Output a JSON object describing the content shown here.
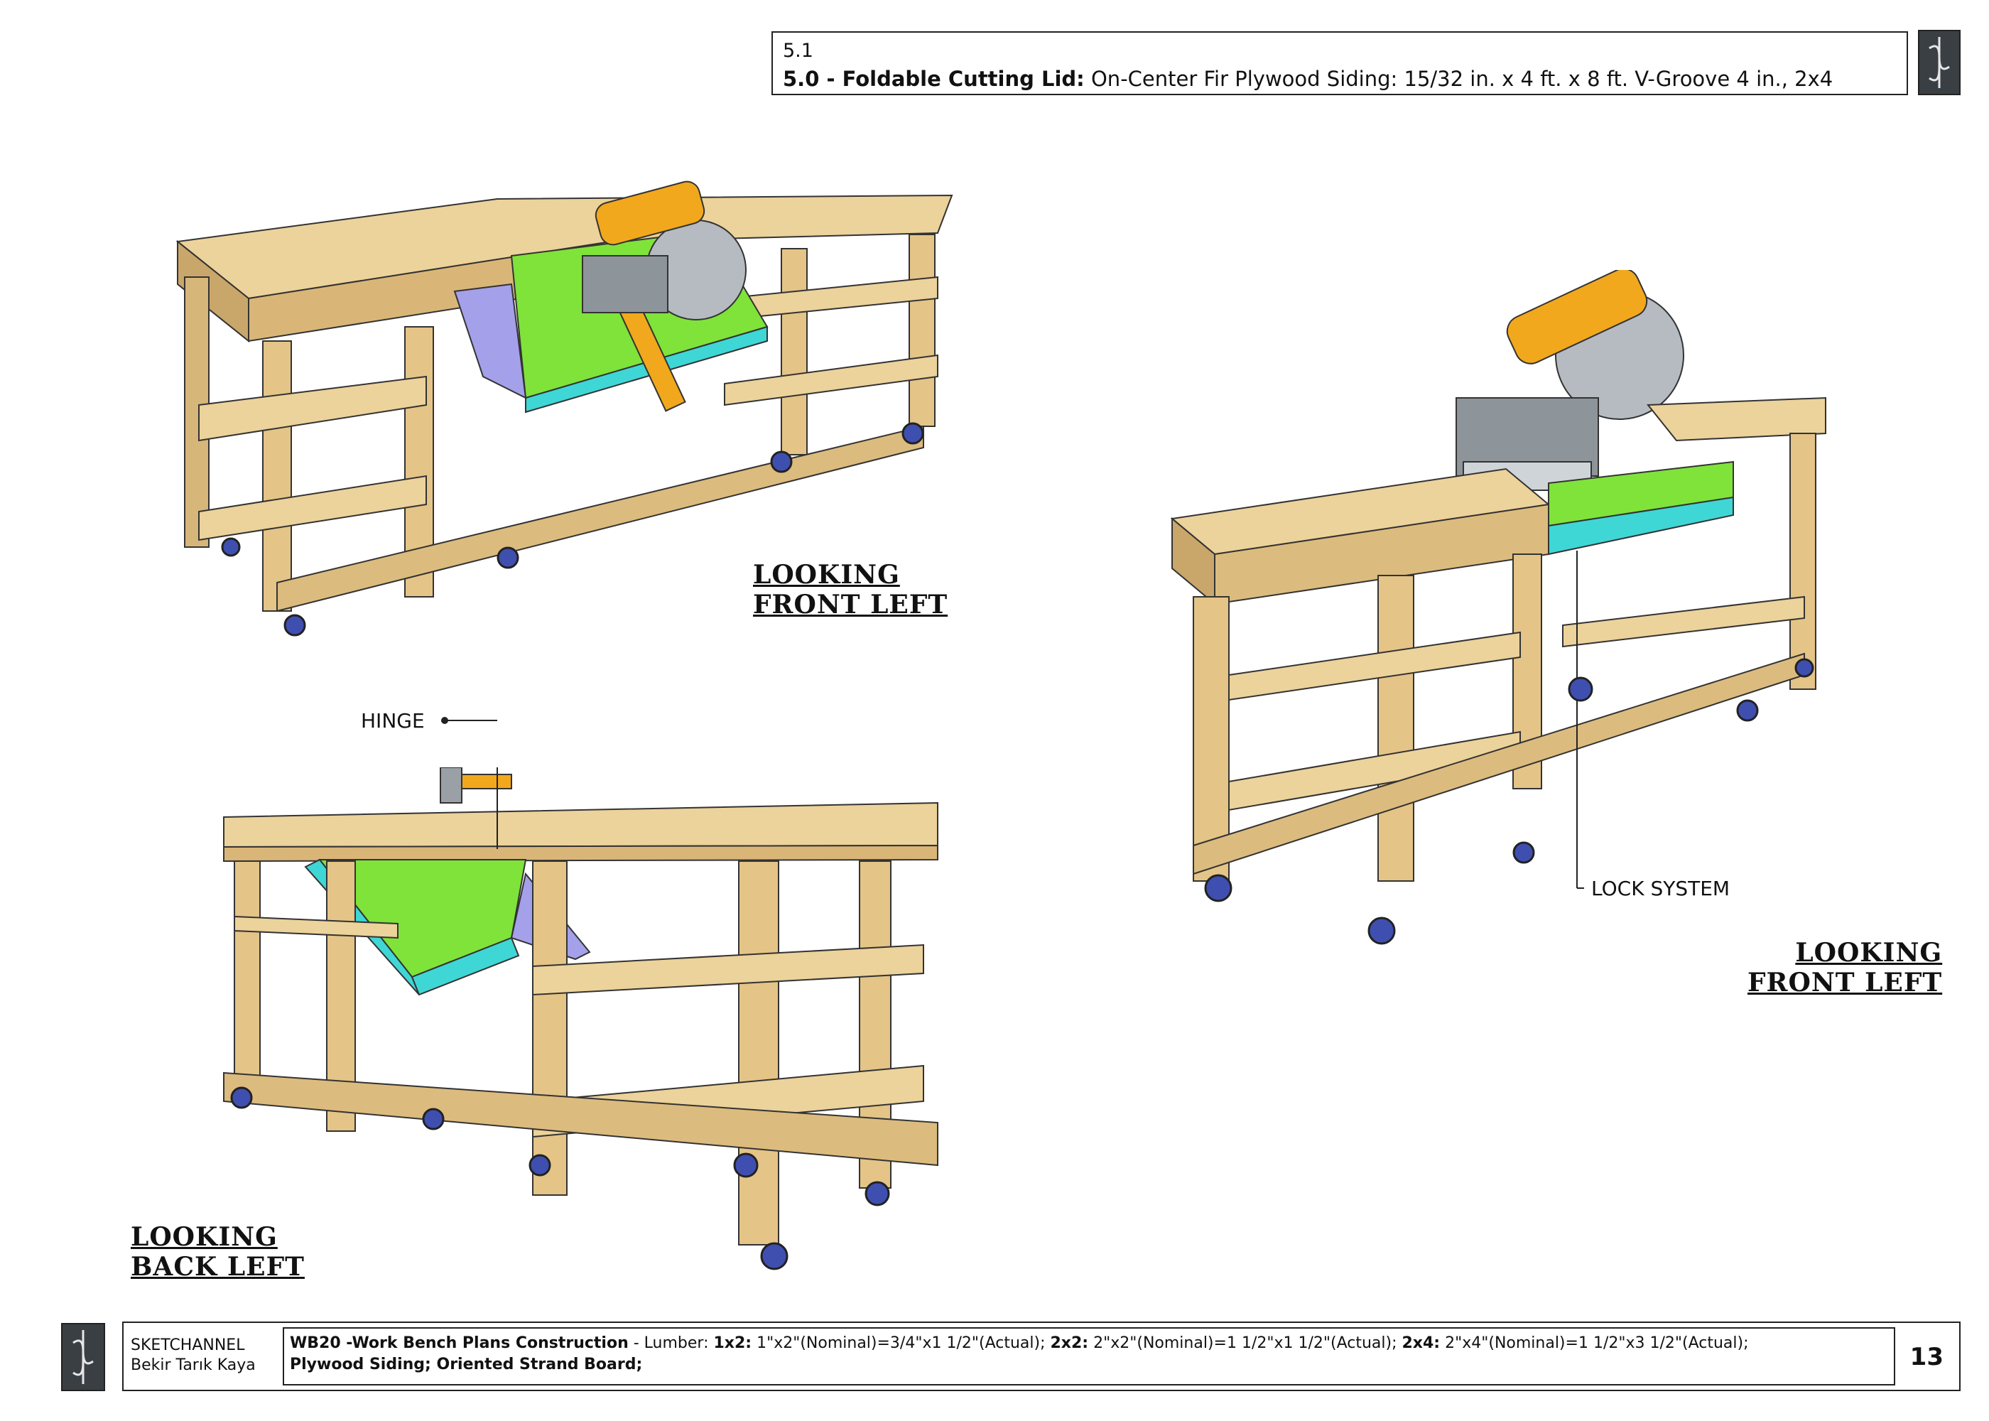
{
  "header": {
    "section_number": "5.1",
    "step_label": "5.0 - Foldable Cutting Lid:",
    "step_description": "On-Center Fir Plywood Siding: 15/32 in. x 4 ft. x 8 ft. V-Groove 4 in., 2x4"
  },
  "views": {
    "view1": {
      "line1": "LOOKING",
      "line2": "FRONT LEFT"
    },
    "view2": {
      "line1": "LOOKING",
      "line2": "FRONT LEFT"
    },
    "view3": {
      "line1": "LOOKING",
      "line2": "BACK LEFT"
    }
  },
  "callouts": {
    "hinge": "HINGE",
    "lock_system": "LOCK SYSTEM"
  },
  "footer": {
    "brand": "SKETCHANNEL",
    "author": "Bekir Tarık Kaya",
    "plan_title": "WB20 -Work Bench Plans Construction",
    "plan_sep": " - Lumber: ",
    "lumber_1x2_label": "1x2:",
    "lumber_1x2_value": " 1\"x2\"(Nominal)=3/4\"x1 1/2\"(Actual); ",
    "lumber_2x2_label": "2x2:",
    "lumber_2x2_value": " 2\"x2\"(Nominal)=1 1/2\"x1 1/2\"(Actual); ",
    "lumber_2x4_label": "2x4:",
    "lumber_2x4_value": " 2\"x4\"(Nominal)=1 1/2\"x3 1/2\"(Actual);",
    "materials_line": "Plywood Siding; Oriented Strand Board;",
    "page_number": "13"
  },
  "colors": {
    "wood": "#e8c98e",
    "wood_dark": "#c9a66a",
    "lid_green": "#7fe33a",
    "lid_cyan": "#3fd6d6",
    "lid_purple": "#a4a0ea",
    "saw_yellow": "#f2a81c",
    "saw_gray": "#9aa0a6",
    "caster_blue": "#3f4fb0"
  }
}
